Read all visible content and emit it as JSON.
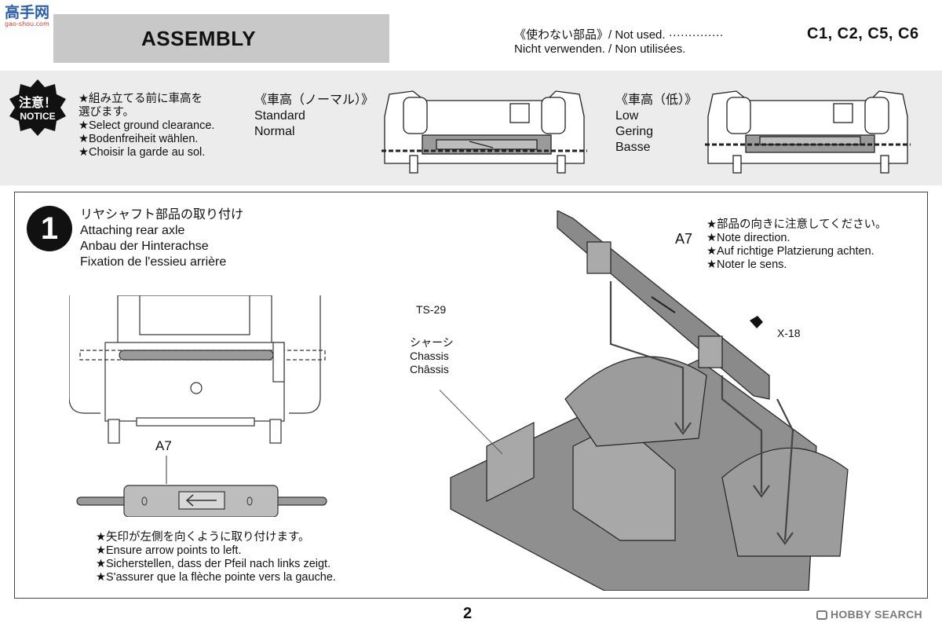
{
  "watermark_top": {
    "chars": "高手网",
    "url": "gao-shou.com"
  },
  "header": {
    "title": "ASSEMBLY"
  },
  "not_used": {
    "line1": "《使わない部品》/ Not used.  ··············",
    "parts": "C1, C2, C5, C6",
    "line2": "Nicht verwenden. / Non utilisées."
  },
  "notice": {
    "badge_jp": "注意！",
    "badge_en": "NOTICE",
    "lines": [
      "★組み立てる前に車高を",
      "選びます。",
      "★Select ground clearance.",
      "★Bodenfreiheit wählen.",
      "★Choisir la garde au sol."
    ]
  },
  "clearance": {
    "standard": [
      "《車高（ノーマル）》",
      "Standard",
      "Normal"
    ],
    "low": [
      "《車高（低）》",
      "Low",
      "Gering",
      "Basse"
    ]
  },
  "step1": {
    "number": "1",
    "title": [
      "リヤシャフト部品の取り付け",
      "Attaching rear axle",
      "Anbau der Hinterachse",
      "Fixation de l'essieu arrière"
    ],
    "part_left": "A7",
    "part_right": "A7",
    "note_arrow": [
      "★矢印が左側を向くように取り付けます。",
      "★Ensure arrow points to left.",
      "★Sicherstellen, dass der Pfeil nach links zeigt.",
      "★S'assurer que la flèche pointe vers la gauche."
    ],
    "note_direction": [
      "★部品の向きに注意してください。",
      "★Note direction.",
      "★Auf richtige Platzierung achten.",
      "★Noter le sens."
    ],
    "screw1": "TS-29",
    "chassis": [
      "シャーシ",
      "Chassis",
      "Châssis"
    ],
    "screw2": "X-18"
  },
  "page_number": "2",
  "watermark": "HOBBY SEARCH"
}
